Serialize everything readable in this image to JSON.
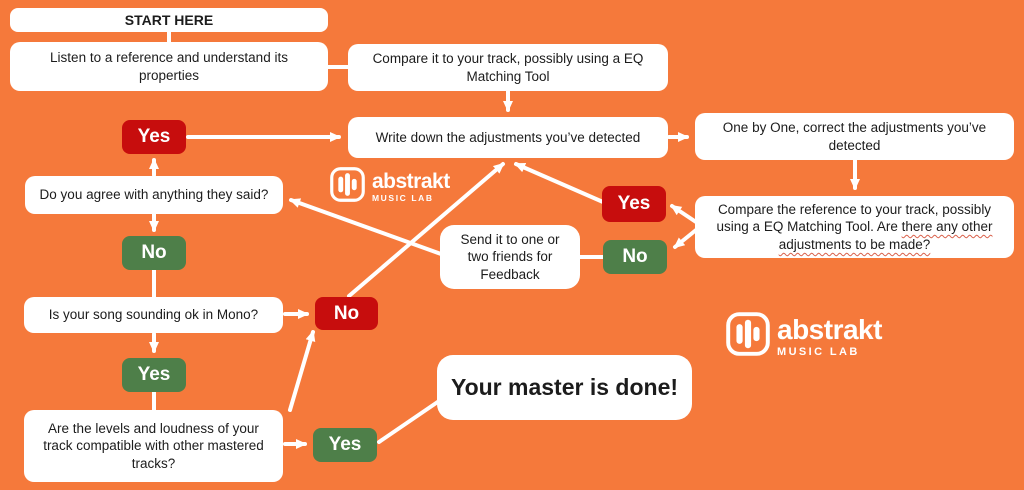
{
  "colors": {
    "background": "#F5793B",
    "box": "#FFFFFF",
    "text": "#1C1C1C",
    "badge_red": "#C70D0D",
    "badge_green": "#4E7F49",
    "connector": "#FFFFFF",
    "spellcheck_underline": "#D9604A"
  },
  "nodes": {
    "start": "START HERE",
    "listen": "Listen to a reference and understand its properties",
    "compare_eq": "Compare it to your track, possibly using a EQ Matching Tool",
    "write_down": "Write down the adjustments you’ve detected",
    "one_by_one": "One by One, correct the adjustments you’ve detected",
    "compare_ref_pre": "Compare the reference to your track, possibly using a EQ Matching Tool. Are ",
    "compare_ref_underlined": "there any other adjustments to be made?",
    "send_friends": "Send it to one or two friends for Feedback",
    "agree": "Do you agree with anything they said?",
    "mono": "Is your song sounding ok in Mono?",
    "levels": "Are the levels and loudness of your track compatible with other mastered tracks?",
    "done": "Your master is done!"
  },
  "badges": {
    "agree_yes": "Yes",
    "agree_no": "No",
    "mono_no": "No",
    "mono_yes": "Yes",
    "levels_yes": "Yes",
    "adjust_yes": "Yes",
    "adjust_no": "No"
  },
  "logo": {
    "name": "abstrakt",
    "subtitle": "MUSIC LAB"
  }
}
